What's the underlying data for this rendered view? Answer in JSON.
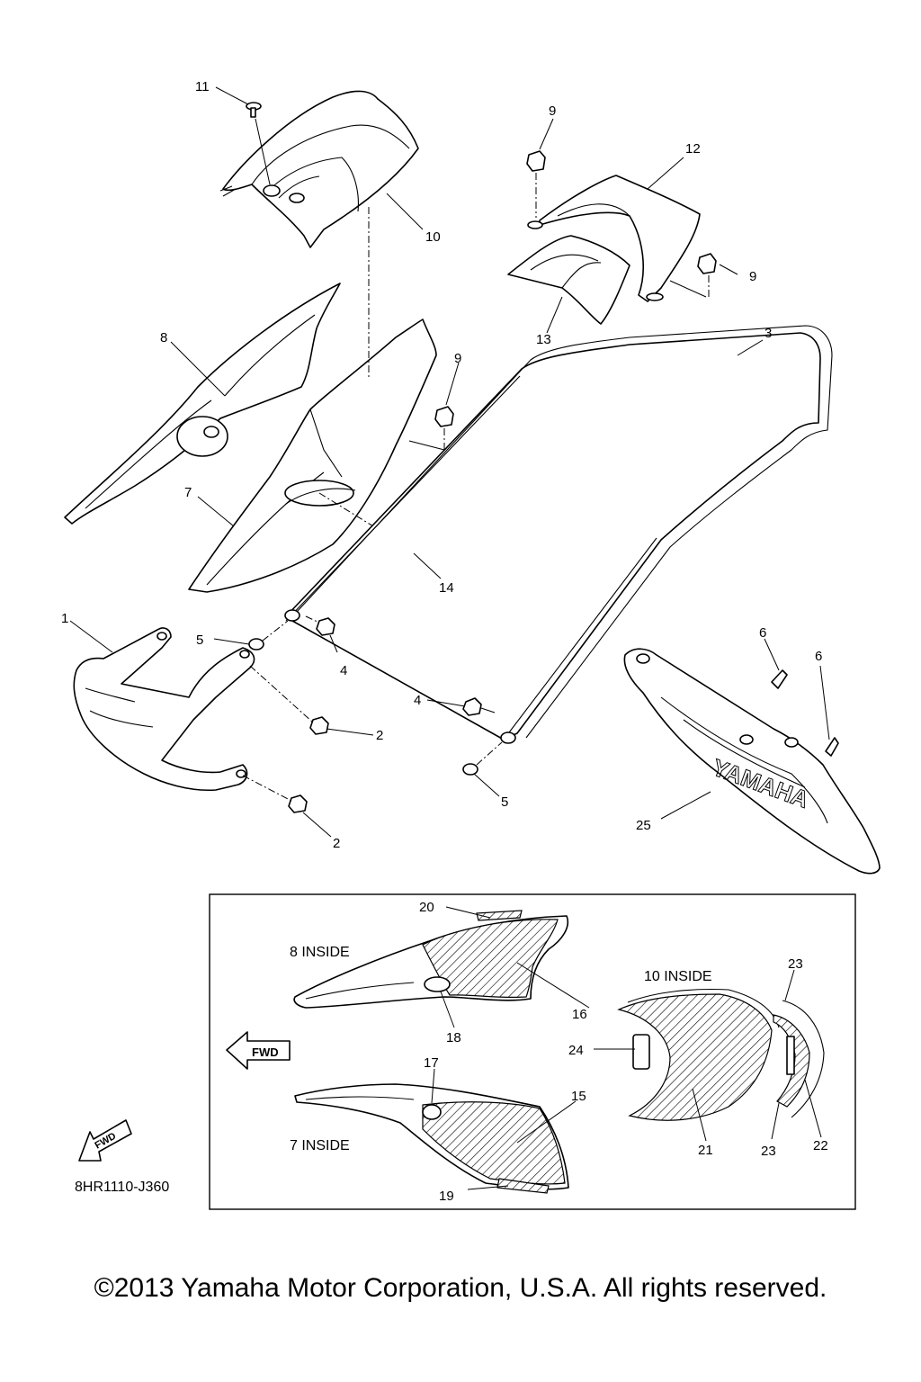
{
  "diagram": {
    "drawing_code": "8HR1110-J360",
    "fwd_arrow_label": "FWD",
    "inside_labels": {
      "part8": "8 INSIDE",
      "part10": "10 INSIDE",
      "part7": "7 INSIDE"
    },
    "callouts": {
      "c11": "11",
      "c10": "10",
      "c9a": "9",
      "c12": "12",
      "c9b": "9",
      "c13": "13",
      "c8": "8",
      "c3": "3",
      "c9c": "9",
      "c7": "7",
      "c14": "14",
      "c1": "1",
      "c5a": "5",
      "c4a": "4",
      "c6a": "6",
      "c6b": "6",
      "c4b": "4",
      "c2a": "2",
      "c2b": "2",
      "c5b": "5",
      "c25": "25",
      "c20": "20",
      "c16": "16",
      "c18": "18",
      "c23a": "23",
      "c24": "24",
      "c17": "17",
      "c15": "15",
      "c21": "21",
      "c23b": "23",
      "c22": "22",
      "c19": "19"
    },
    "emblem_text": "YAMAHA"
  },
  "footer": {
    "copyright": "©2013 Yamaha Motor Corporation, U.S.A. All rights reserved."
  }
}
